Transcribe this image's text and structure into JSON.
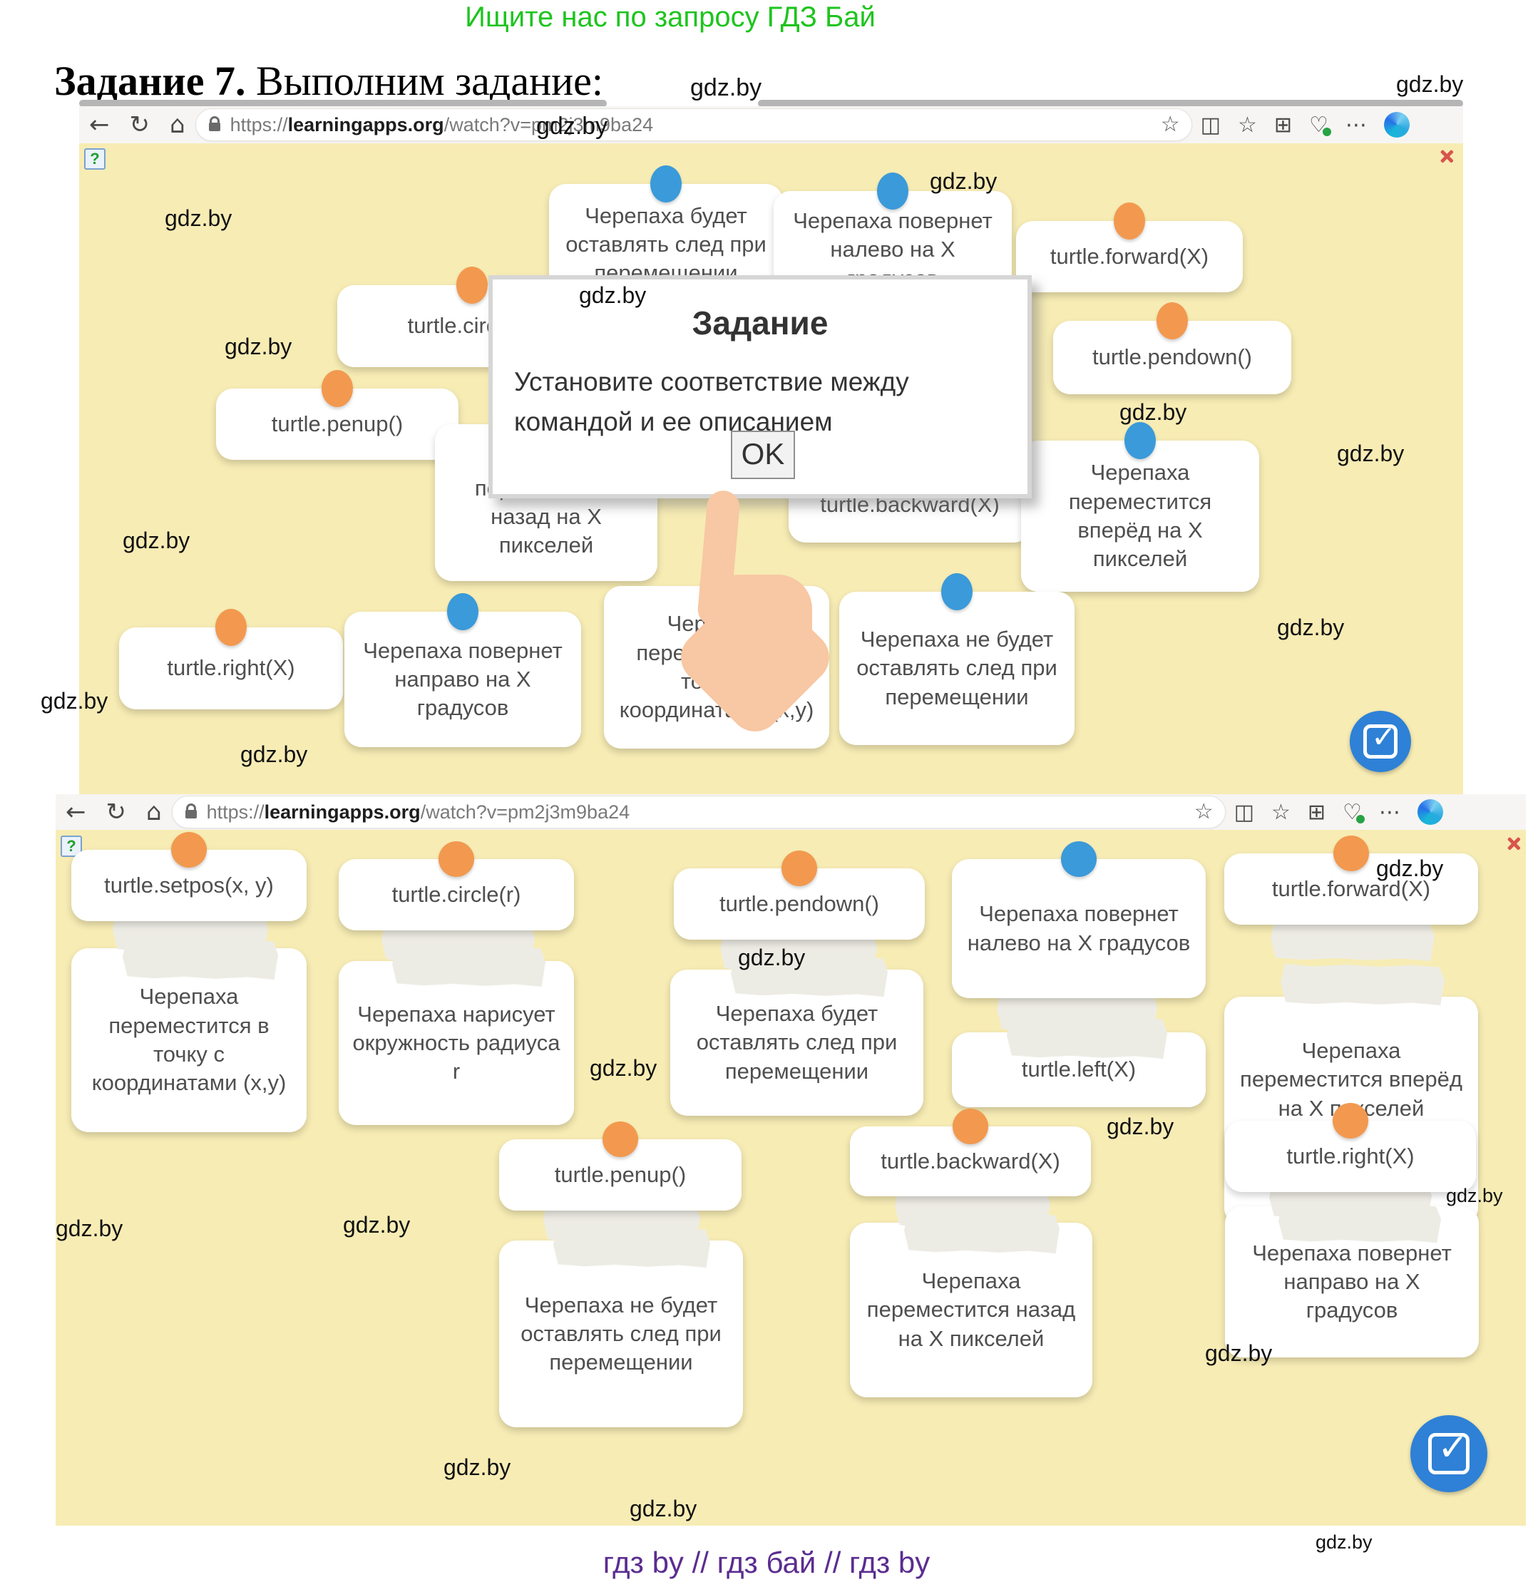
{
  "page": {
    "promo_top": "Ищите нас по запросу ГДЗ Бай",
    "watermark": "gdz.by",
    "title_bold": "Задание 7.",
    "title_rest": " Выполним задание:",
    "footer": "гдз by  //  гдз бай  //  гдз by"
  },
  "browser": {
    "url_scheme": "https://",
    "url_domain": "learningapps.org",
    "url_path": "/watch?v=pm2j3m9ba24"
  },
  "modal": {
    "title": "Задание",
    "body": "Установите соответствие между командой и ее описанием",
    "ok_label": "OK"
  },
  "screen1": {
    "cards": [
      {
        "text": "Черепаха будет оставлять след при перемещении",
        "dot": "blue"
      },
      {
        "text": "Черепаха повернет налево на X градусов",
        "dot": "blue"
      },
      {
        "text": "turtle.forward(X)",
        "dot": "orange"
      },
      {
        "text": "turtle.circle(r)",
        "dot": "orange"
      },
      {
        "text": "turtle.pendown()",
        "dot": "orange"
      },
      {
        "text": "turtle.penup()",
        "dot": "orange"
      },
      {
        "text": "Черепаха переместится назад на X пикселей",
        "dot": "orange"
      },
      {
        "text": "turtle.backward(X)",
        "dot": "orange"
      },
      {
        "text": "Черепаха переместится вперёд на X пикселей",
        "dot": "blue"
      },
      {
        "text": "turtle.right(X)",
        "dot": "orange"
      },
      {
        "text": "Черепаха повернет направо на X градусов",
        "dot": "blue"
      },
      {
        "text": "Черепаха переместится в точку с координатами (x,y)",
        "dot": "blue"
      },
      {
        "text": "Черепаха не будет оставлять след при перемещении",
        "dot": "blue"
      }
    ]
  },
  "screen2": {
    "pairs": [
      {
        "top": "turtle.setpos(x, y)",
        "bottom": "Черепаха переместится в точку с координатами (x,y)",
        "dot": "orange"
      },
      {
        "top": "turtle.circle(r)",
        "bottom": "Черепаха нарисует окружность радиуса r",
        "dot": "orange"
      },
      {
        "top": "turtle.pendown()",
        "bottom": "Черепаха будет оставлять след при перемещении",
        "dot": "orange"
      },
      {
        "top": "Черепаха повернет налево на X градусов",
        "bottom": "turtle.left(X)",
        "dot": "blue"
      },
      {
        "top": "turtle.forward(X)",
        "bottom": "Черепаха переместится вперёд на X пикселей",
        "dot": "orange"
      },
      {
        "top": "turtle.penup()",
        "bottom": "Черепаха не будет оставлять след при перемещении",
        "dot": "orange"
      },
      {
        "top": "turtle.backward(X)",
        "bottom": "Черепаха переместится назад на X пикселей",
        "dot": "orange"
      },
      {
        "top": "turtle.right(X)",
        "bottom": "Черепаха повернет направо на X градусов",
        "dot": "orange"
      }
    ]
  }
}
